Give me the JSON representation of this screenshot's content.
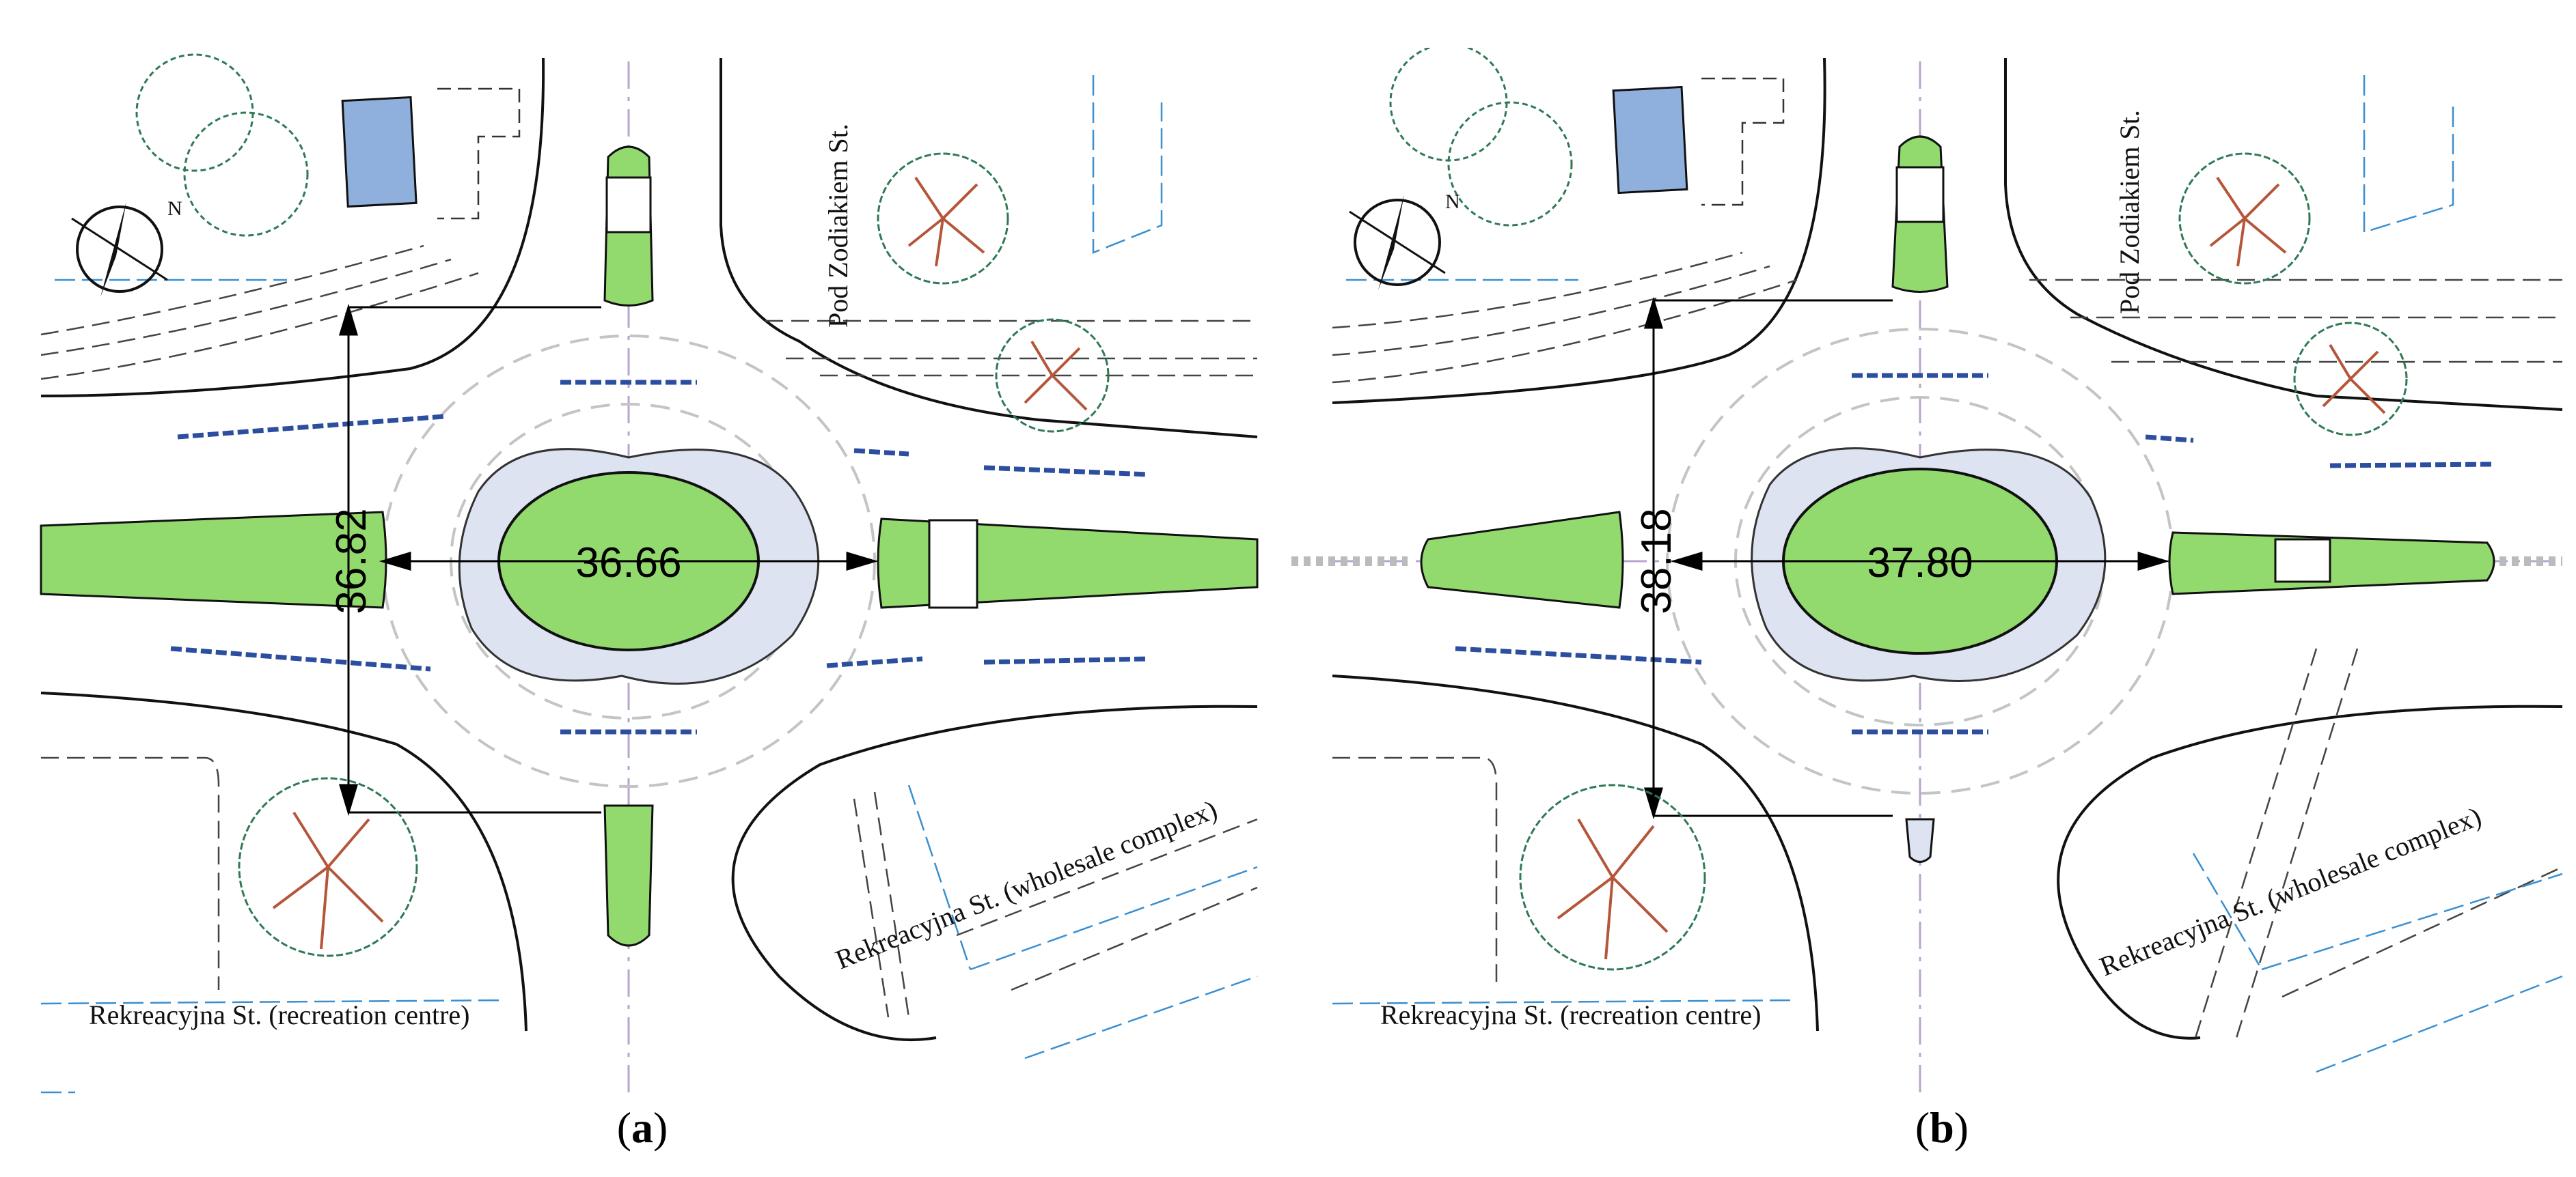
{
  "figure": {
    "panels": [
      {
        "id": "a",
        "caption_letter": "a",
        "dimension_horizontal": "36.66",
        "dimension_vertical": "36.82",
        "streets": {
          "north": "Pod Zodiakiem St.",
          "south_west": "Rekreacyjna St. (recreation centre)",
          "south_east": "Rekreacyjna St. (wholesale complex)"
        }
      },
      {
        "id": "b",
        "caption_letter": "b",
        "dimension_horizontal": "37.80",
        "dimension_vertical": "38.18",
        "streets": {
          "north": "Pod Zodiakiem St.",
          "south_west": "Rekreacyjna St. (recreation centre)",
          "south_east": "Rekreacyjna St. (wholesale complex)"
        }
      }
    ],
    "colors": {
      "island_green": "#93da6e",
      "building_blue": "#8fb0dc",
      "tree_green": "#2f7a55",
      "tree_branch": "#b5563a",
      "cadastral_blue": "#3a8fd0",
      "marking_grey": "#c4c4c4",
      "centerline": "#b9a3cf"
    }
  }
}
